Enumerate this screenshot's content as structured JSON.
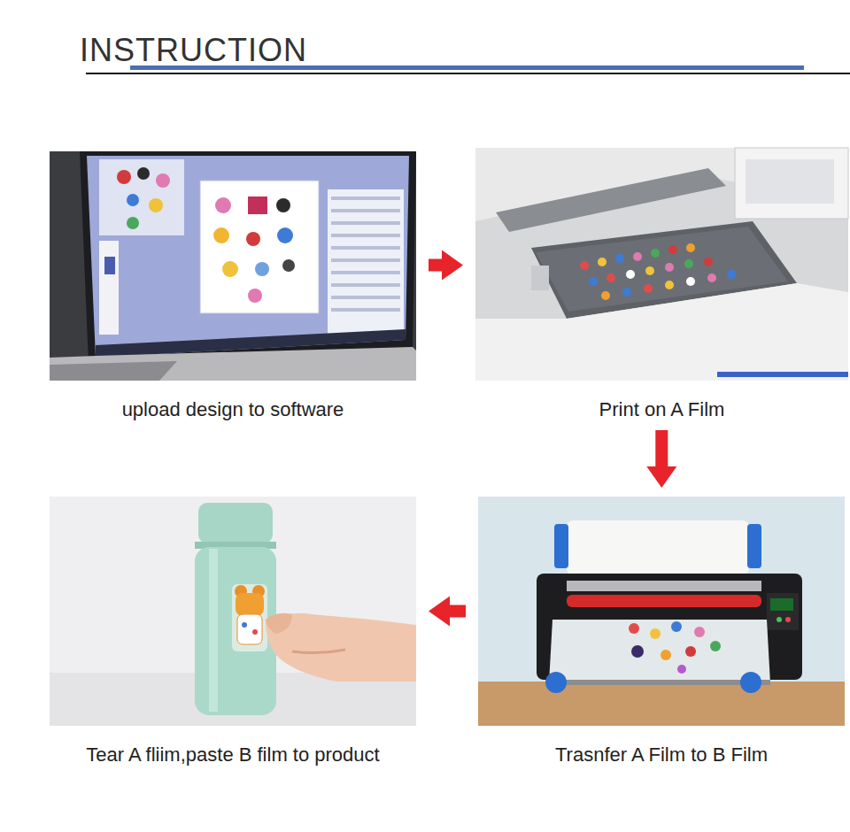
{
  "diagram": {
    "title": "INSTRUCTION",
    "nodes": [
      {
        "text": [
          "upload design to software"
        ]
      },
      {
        "text": [
          "Print on A Film"
        ]
      },
      {
        "text": [
          "Tear A fliim,paste B film to product"
        ]
      },
      {
        "text": [
          "Trasnfer A Film to B Film"
        ]
      }
    ],
    "edges": [
      {
        "from": 0,
        "to": 1,
        "arrow": "to"
      },
      {
        "from": 1,
        "to": 3,
        "arrow": "to"
      },
      {
        "from": 3,
        "to": 2,
        "arrow": "to"
      }
    ]
  }
}
